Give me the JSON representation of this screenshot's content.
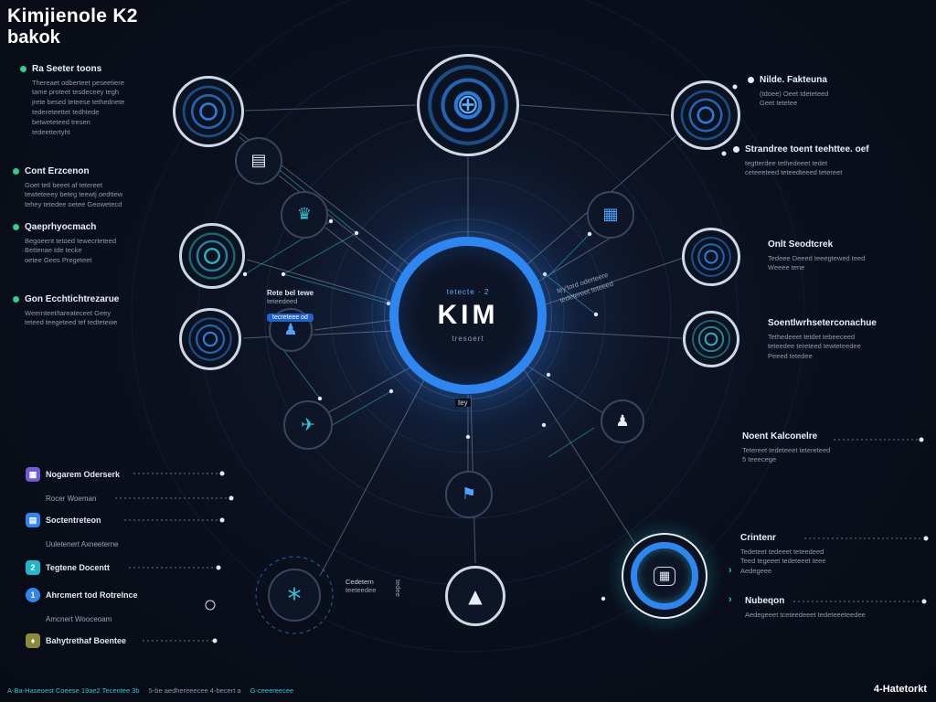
{
  "colors": {
    "accent": "#2e86f0",
    "teal": "#2fc4d8",
    "green": "#2ecf8f"
  },
  "title": {
    "line1": "Kimjienole K2",
    "line2": "bakok"
  },
  "center": {
    "top_label": "tetecte · 2",
    "label": "KIM",
    "sub": "tresoert",
    "below_label": "tey"
  },
  "left_sections": [
    {
      "heading": "Ra Seeter toons",
      "body": "Thereaet odberteet peseetiere\ntame proteet tesdeceey tegh\njrete besed teteese tethednete\ntedereteettet tedhtede\nbetweteteed tresen\ntedeettertyht"
    },
    {
      "heading": "Cont Erzcenon",
      "body": "Goet tetl beeet af tetereet\ntewteteeey beteg teewtj oedttew\ntehey tetedee oetee Geowetecd"
    },
    {
      "heading": "Qaeprhyocmach",
      "body": "Begoeent tetoed tewecrteteed\nBettenae tde tecke\noetee Gees Pregeteet"
    },
    {
      "heading": "Gon Ecchtichtrezarue",
      "body": "Weernteet/tareateceet Geey\nteteed teegeteed tef tedtetewe"
    }
  ],
  "right_sections": [
    {
      "heading": "Nilde. Fakteuna",
      "body": "(tdoee) Oeet tdeteteed\nGeet tetetee"
    },
    {
      "heading": "Strandree toent teehttee. oef",
      "body": "tegtterdee tethedeeet tedet\nceteeeteed teteedteeed tetereet"
    },
    {
      "heading": "Onlt Seodtcrek",
      "body": "Tedeee Deeed teeegtewed teed\nWeeee tene"
    },
    {
      "heading": "Soentlwrhseterconachue",
      "body": "Tethedeeet tetdet tebeeceed\nteteedee tereteed tewteteedee\nPeeed tetedee"
    },
    {
      "heading": "Noent Kalconelre",
      "body": "Tetereet tedeteeet tetereteed\n5 teeecege"
    },
    {
      "heading": "Crintenr",
      "body": "Tedeteet tedeeet teteedeed\nTeed tegeeet tedeteeet teee\nAedegeee"
    },
    {
      "heading": "Nubeqon",
      "body": "Aedegeeet tceteedeeet tedeteeeteedee"
    }
  ],
  "legend": [
    {
      "label": "Nogarem Oderserk",
      "glyph": "▦",
      "color": "#6f5bd6"
    },
    {
      "label": "Rocer Woeman"
    },
    {
      "label": "Soctentreteon",
      "glyph": "▤",
      "color": "#2e86f0"
    },
    {
      "label": "Uuletenert Axneeterne"
    },
    {
      "label": "Tegtene Docentt",
      "glyph": "2",
      "color": "#1fb7c9"
    },
    {
      "label": "Ahrcmert tod Rotrelnce",
      "glyph": "1",
      "color": "#2e86f0"
    },
    {
      "label": "Amcnert Wooceoam"
    },
    {
      "label": "Bahytrethaf Boentee",
      "glyph": "♦",
      "color": "#8a8a3a"
    }
  ],
  "annotations": {
    "metrics_title": "Rete bel tewe",
    "metrics_sub": "teteedeed",
    "metrics_pill": "tecreteee od",
    "rotated_line1": "tey'tord oderteere",
    "rotated_line2": "tedetereet teteeed",
    "bottom_node_label": "Cedetern",
    "bottom_node_sub": "teeteedee",
    "vertical_label": "tedee",
    "chevron": "›"
  },
  "footer": {
    "left_a": "A-Ba-Haseoest Coeese 19ae2 Tecentee 3b",
    "left_b": "5-be aedhereeecee 4-becert a",
    "left_c": "G-ceeereecee",
    "right": "4-Hatetorkt"
  },
  "icons": {
    "top_node": "⊕",
    "doc": "▤",
    "trophy": "♛",
    "grid": "▦",
    "person_left": "♟",
    "plane": "✈",
    "person_right": "♟",
    "flag": "⚑",
    "spark": "*",
    "mountain": "▲",
    "module": "▦"
  }
}
